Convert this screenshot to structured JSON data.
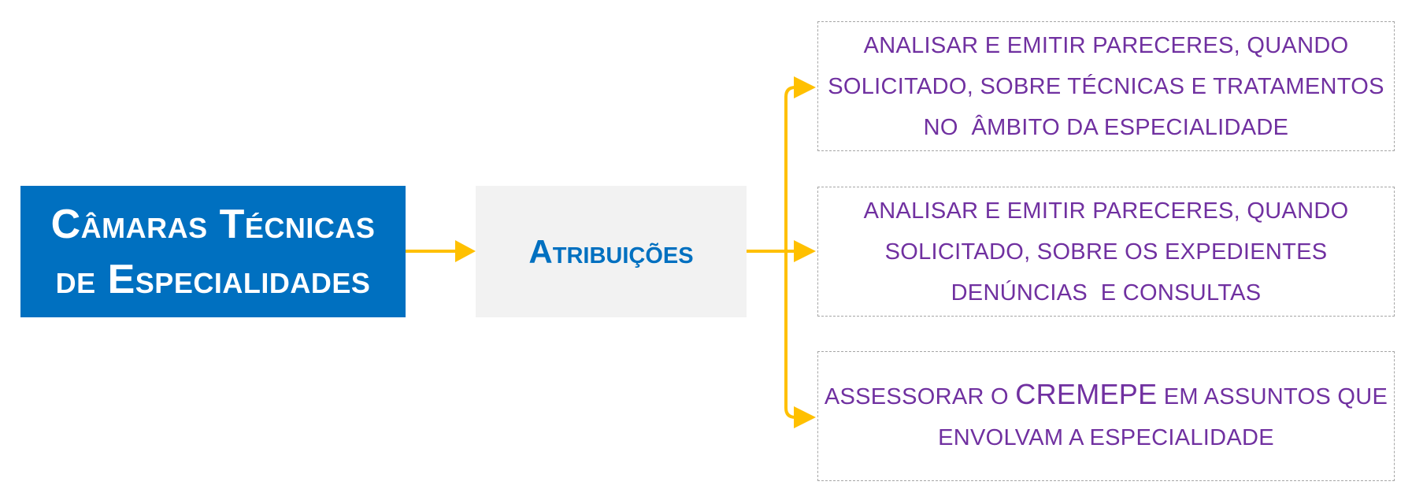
{
  "root": {
    "line1": "Câmaras Técnicas",
    "line2": "de Especialidades"
  },
  "middle": {
    "label": "Atribuições"
  },
  "leaves": [
    {
      "lines": [
        "ANALISAR E EMITIR PARECERES, QUANDO",
        "SOLICITADO, SOBRE TÉCNICAS E TRATAMENTOS",
        "NO  ÂMBITO DA ESPECIALIDADE"
      ]
    },
    {
      "lines": [
        "ANALISAR E EMITIR PARECERES, QUANDO",
        "SOLICITADO, SOBRE OS EXPEDIENTES",
        "DENÚNCIAS  E CONSULTAS"
      ]
    },
    {
      "line1_before": "ASSESSORAR O ",
      "line1_emph": "CREMEPE",
      "line1_after": " EM ASSUNTOS QUE",
      "line2": "ENVOLVAM A ESPECIALIDADE"
    }
  ],
  "colors": {
    "root_fill": "#0070C0",
    "middle_fill": "#F2F2F2",
    "middle_text": "#0070C0",
    "leaf_text": "#7030A0",
    "leaf_border": "#A6A6A6",
    "connector": "#FFC000"
  }
}
